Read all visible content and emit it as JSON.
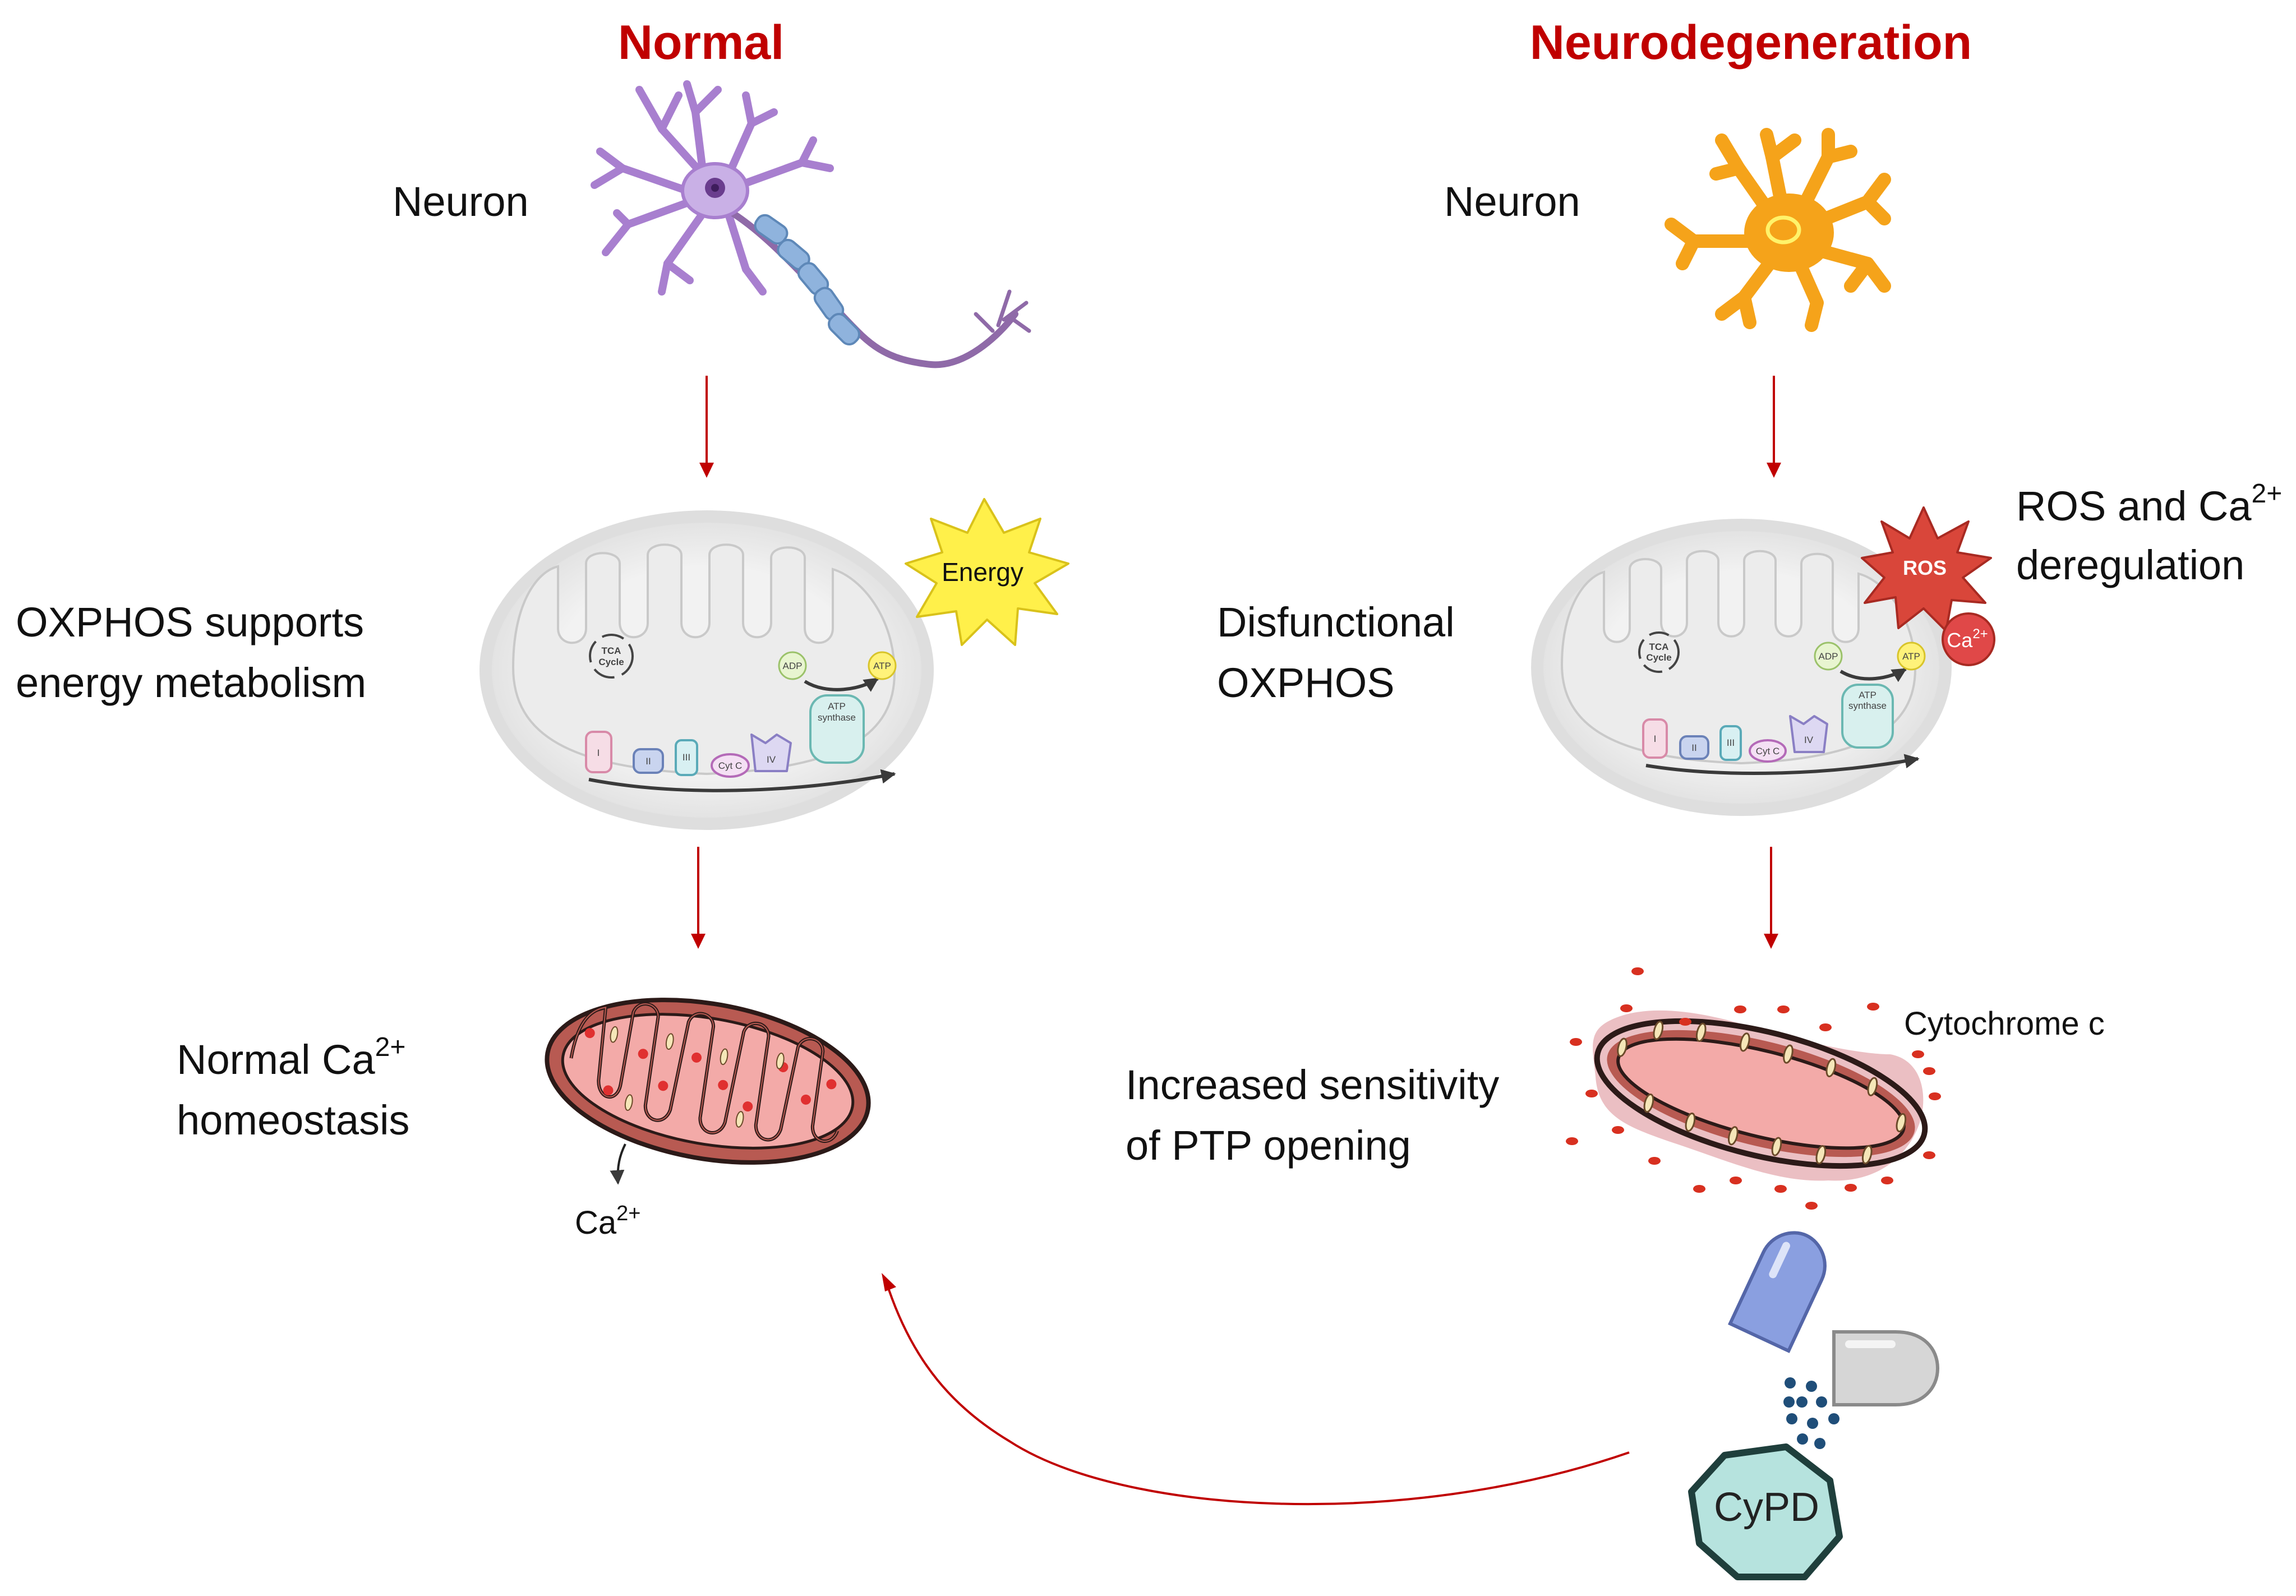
{
  "colors": {
    "heading": "#c00000",
    "arrow": "#c00000",
    "neuron_normal": "#a87fcf",
    "neuron_degenerating": "#f5a31a",
    "mito_matrix": "#f3aaa8",
    "mito_membrane": "#b85a52",
    "ros": "#d9463a",
    "calcium": "#e04848",
    "energy": "#fff04a",
    "cypd": "#b6e3de",
    "capsule_blue": "#8a9fe0",
    "capsule_gray": "#d6d6d6"
  },
  "normal": {
    "heading": "Normal",
    "neuron_label": "Neuron",
    "oxphos_label": [
      "OXPHOS supports",
      "energy metabolism"
    ],
    "energy_badge": "Energy",
    "calcium_label": {
      "line1": "Normal Ca",
      "sup": "2+",
      "line2": "homeostasis"
    },
    "calcium_release": {
      "text": "Ca",
      "sup": "2+"
    }
  },
  "degeneration": {
    "heading": "Neurodegeneration",
    "neuron_label": "Neuron",
    "oxphos_label": [
      "Disfunctional",
      "OXPHOS"
    ],
    "ros_label": {
      "line1": "ROS and Ca",
      "sup": "2+",
      "line2": "deregulation"
    },
    "ros_badge": "ROS",
    "calcium_badge": {
      "text": "Ca",
      "sup": "2+"
    },
    "ptp_label": [
      "Increased sensitivity",
      "of PTP opening"
    ],
    "cytochrome_label": "Cytochrome c",
    "cypd_label": "CyPD"
  },
  "mitochondrion": {
    "tca_lines": [
      "TCA",
      "Cycle"
    ],
    "adp": "ADP",
    "atp": "ATP",
    "atp_synthase": [
      "ATP",
      "synthase"
    ],
    "complexes": [
      "I",
      "II",
      "III",
      "Cyt C",
      "IV"
    ]
  }
}
